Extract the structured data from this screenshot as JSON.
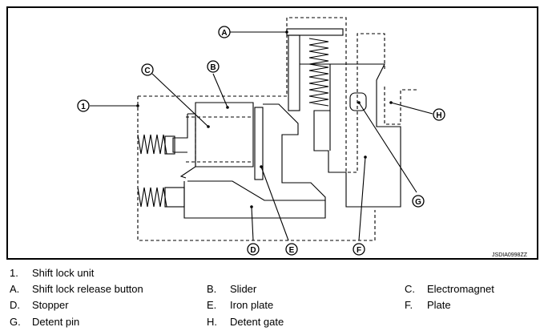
{
  "figure_code": "JSDIA0998ZZ",
  "callouts": {
    "one": "1",
    "a": "A",
    "b": "B",
    "c": "C",
    "d": "D",
    "e": "E",
    "f": "F",
    "g": "G",
    "h": "H"
  },
  "legend": {
    "item1_key": "1.",
    "item1_label": "Shift lock unit",
    "a_key": "A.",
    "a_label": "Shift lock release button",
    "b_key": "B.",
    "b_label": "Slider",
    "c_key": "C.",
    "c_label": "Electromagnet",
    "d_key": "D.",
    "d_label": "Stopper",
    "e_key": "E.",
    "e_label": "Iron plate",
    "f_key": "F.",
    "f_label": "Plate",
    "g_key": "G.",
    "g_label": "Detent pin",
    "h_key": "H.",
    "h_label": "Detent gate"
  }
}
